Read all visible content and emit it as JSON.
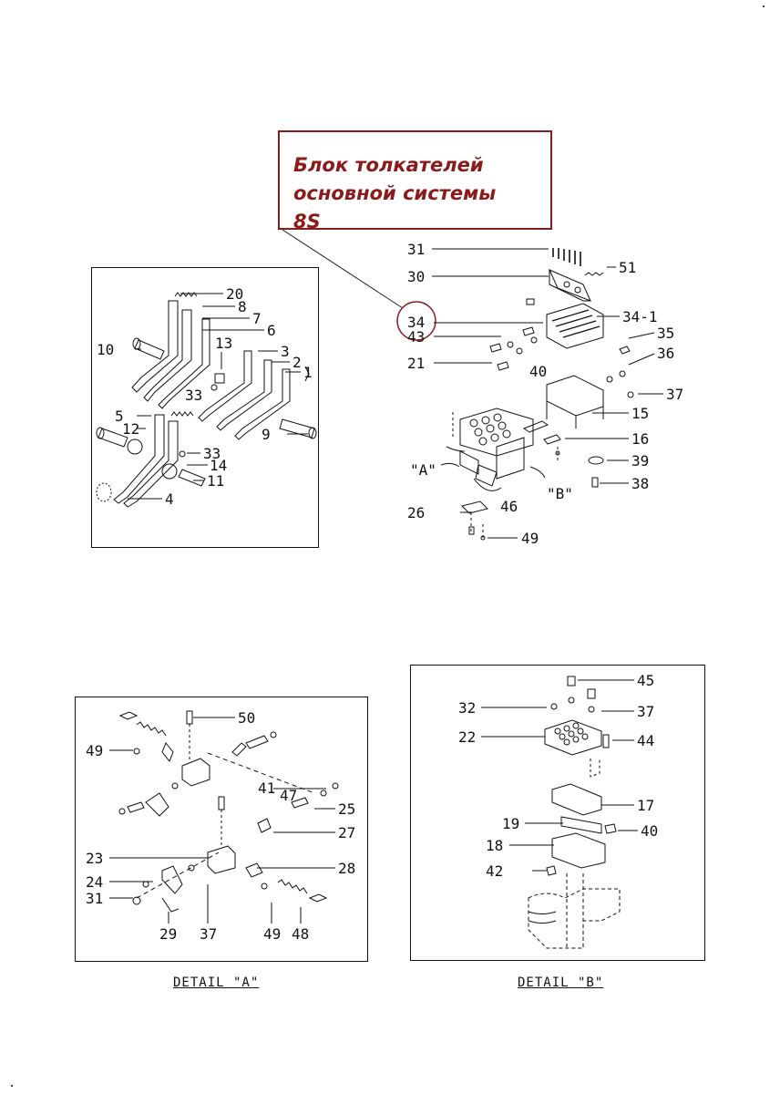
{
  "callout": {
    "lines": [
      "Блок толкателей",
      "основной системы",
      "8S"
    ],
    "color": "#8b1a1a"
  },
  "main_assembly": {
    "labels": [
      "31",
      "30",
      "51",
      "34",
      "34-1",
      "43",
      "35",
      "36",
      "21",
      "40",
      "37",
      "15",
      "16",
      "\"A\"",
      "39",
      "\"B\"",
      "38",
      "46",
      "26",
      "49"
    ]
  },
  "left_panel": {
    "labels": [
      "20",
      "8",
      "7",
      "6",
      "10",
      "13",
      "3",
      "2",
      "1",
      "33",
      "5",
      "12",
      "9",
      "33",
      "14",
      "11",
      "4"
    ]
  },
  "detail_a": {
    "caption": "DETAIL \"A\"",
    "labels": [
      "50",
      "49",
      "41",
      "47",
      "25",
      "27",
      "23",
      "28",
      "24",
      "31",
      "29",
      "37",
      "49",
      "48"
    ]
  },
  "detail_b": {
    "caption": "DETAIL \"B\"",
    "labels": [
      "45",
      "32",
      "37",
      "22",
      "44",
      "17",
      "19",
      "40",
      "18",
      "42"
    ]
  }
}
